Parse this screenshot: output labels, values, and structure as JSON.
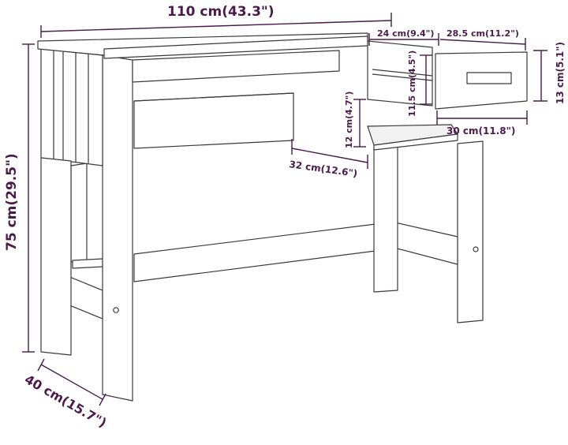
{
  "colors": {
    "dimension": "#4b1a4b",
    "outline": "#3a3a3a",
    "background": "#ffffff"
  },
  "dimensions": {
    "width": "110 cm(43.3\")",
    "height": "75 cm(29.5\")",
    "depth": "40 cm(15.7\")",
    "drawer_width": "24 cm(9.4\")",
    "drawer_depth": "28.5 cm(11.2\")",
    "drawer_front_height": "13 cm(5.1\")",
    "drawer_inner_height": "11.5 cm(4.5\")",
    "shelf_gap": "12 cm(4.7\")",
    "shelf_depth": "32 cm(12.6\")",
    "drawer_front_width": "30 cm(11.8\")"
  }
}
